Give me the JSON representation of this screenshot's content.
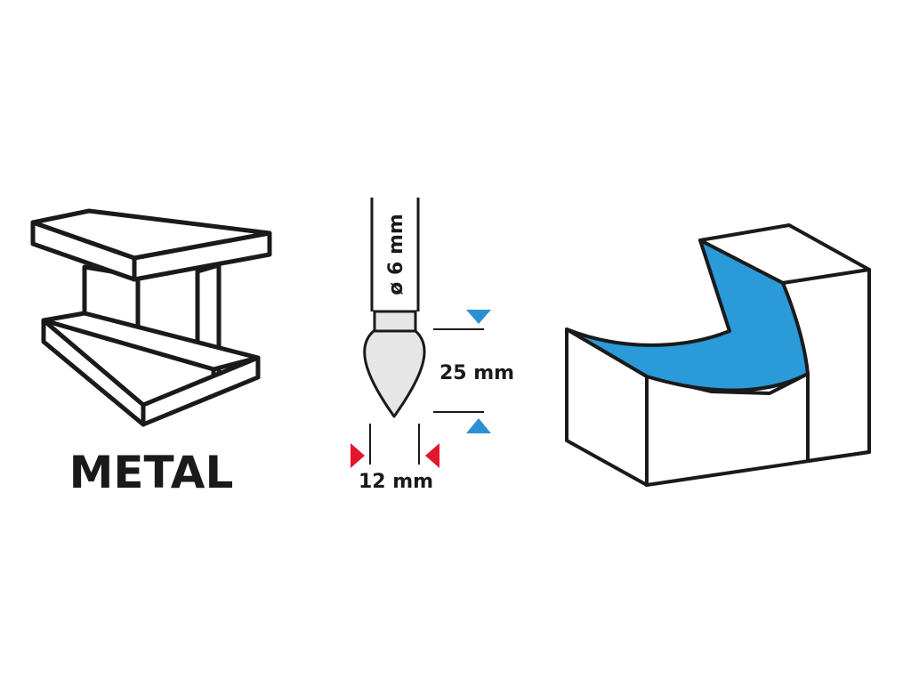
{
  "material": {
    "label": "METAL",
    "icon": "i-beam-icon"
  },
  "bit": {
    "shank_diameter_label": "ø 6 mm",
    "head_length_label": "25 mm",
    "head_width_label": "12 mm",
    "icon": "pointed-grinding-stone-icon"
  },
  "workpiece": {
    "icon": "grinding-profile-block-icon"
  },
  "colors": {
    "outline": "#1a1a1a",
    "length_marker": "#2b8fd6",
    "width_marker": "#e3172b",
    "profile_fill": "#2a9ad8",
    "stone_fill": "#e6e6e6"
  }
}
